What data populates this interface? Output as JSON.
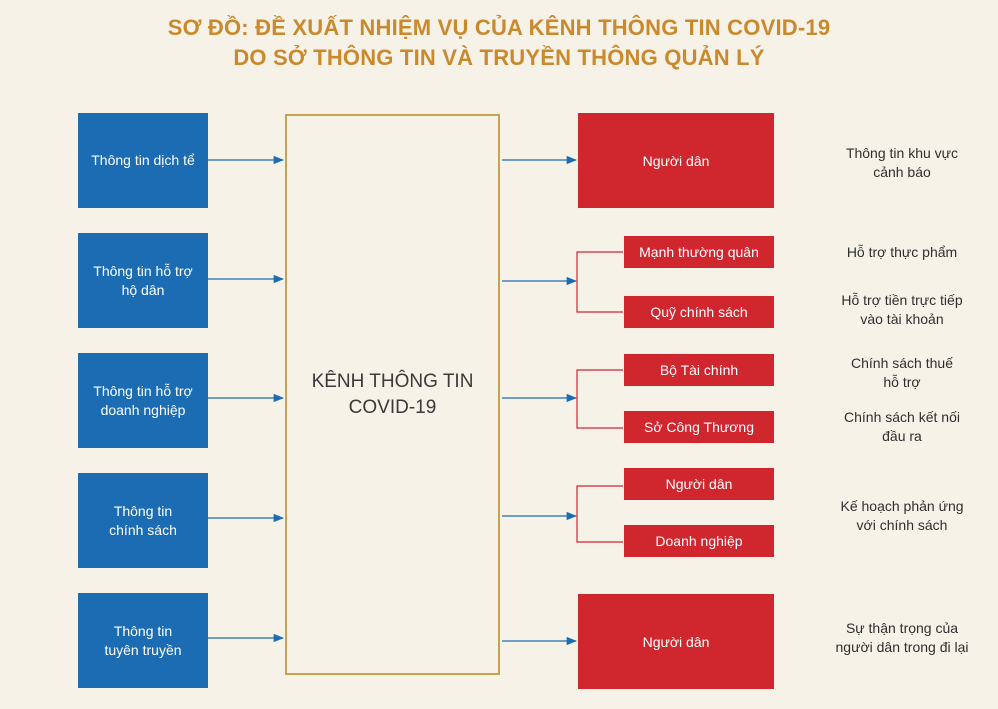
{
  "title": {
    "line1": "SƠ ĐỒ: ĐỀ XUẤT NHIỆM VỤ CỦA KÊNH THÔNG TIN COVID-19",
    "line2": "DO SỞ THÔNG TIN VÀ TRUYỀN THÔNG QUẢN LÝ"
  },
  "center": {
    "label": "KÊNH THÔNG TIN\nCOVID-19"
  },
  "inputs": [
    "Thông tin dịch tể",
    "Thông tin hỗ trợ\nhộ dân",
    "Thông tin hỗ trợ\ndoanh nghiệp",
    "Thông tin\nchính sách",
    "Thông tin\ntuyên truyền"
  ],
  "outputs": {
    "big1": "Người dân",
    "g1a": "Mạnh thường quân",
    "g1b": "Quỹ chính sách",
    "g2a": "Bộ Tài chính",
    "g2b": "Sở Công Thương",
    "g3a": "Người dân",
    "g3b": "Doanh nghiệp",
    "big2": "Người dân"
  },
  "notes": [
    "Thông tin khu vực\ncảnh báo",
    "Hỗ trợ thực phẩm",
    "Hỗ trợ tiền trực tiếp\nvào tài khoản",
    "Chính sách thuế\nhỗ trợ",
    "Chính sách kết nối\nđầu ra",
    "Kế hoạch phản ứng\nvới chính sách",
    "Sự thận trọng của\nngười dân trong đi lại"
  ],
  "colors": {
    "title": "#c98a2e",
    "input_box": "#1c6cb3",
    "output_box": "#d0262e",
    "center_border": "#c9a24e",
    "arrow": "#1c6cb3",
    "bracket": "#d0262e"
  }
}
